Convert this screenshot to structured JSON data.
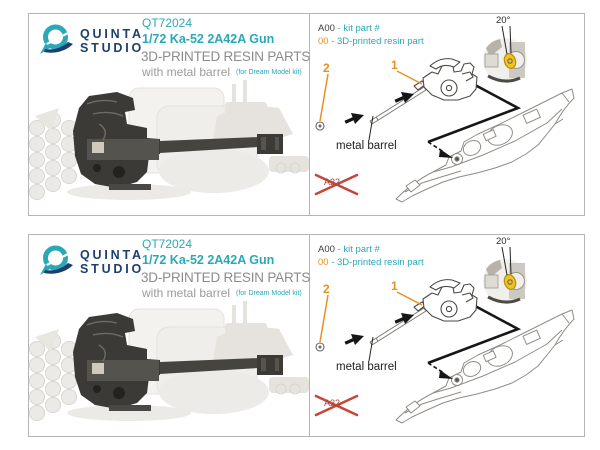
{
  "colors": {
    "teal": "#2BA8B8",
    "navy": "#1E3E6E",
    "orange": "#E8901F",
    "red": "#C5463A",
    "yellow": "#F2C21F"
  },
  "panel": {
    "logo": {
      "mark": "quinta-q-swoosh",
      "line1": "QUINTA",
      "line2": "STUDIO"
    },
    "product": {
      "code": "QT72024",
      "name": "1/72 Ka-52 2A42A Gun",
      "type": "3D-PRINTED RESIN PARTS",
      "subtitle": "with metal barrel",
      "kit_note": "(for Dream Model kit)"
    },
    "legend": {
      "kit_code": "A00",
      "kit_label": "- kit part #",
      "resin_code": "00",
      "resin_label": "- 3D-printed resin part"
    },
    "diagram": {
      "angle": "20°",
      "part_1": "1",
      "part_2": "2",
      "barrel_label": "metal barrel",
      "not_used_part": "A22"
    }
  }
}
